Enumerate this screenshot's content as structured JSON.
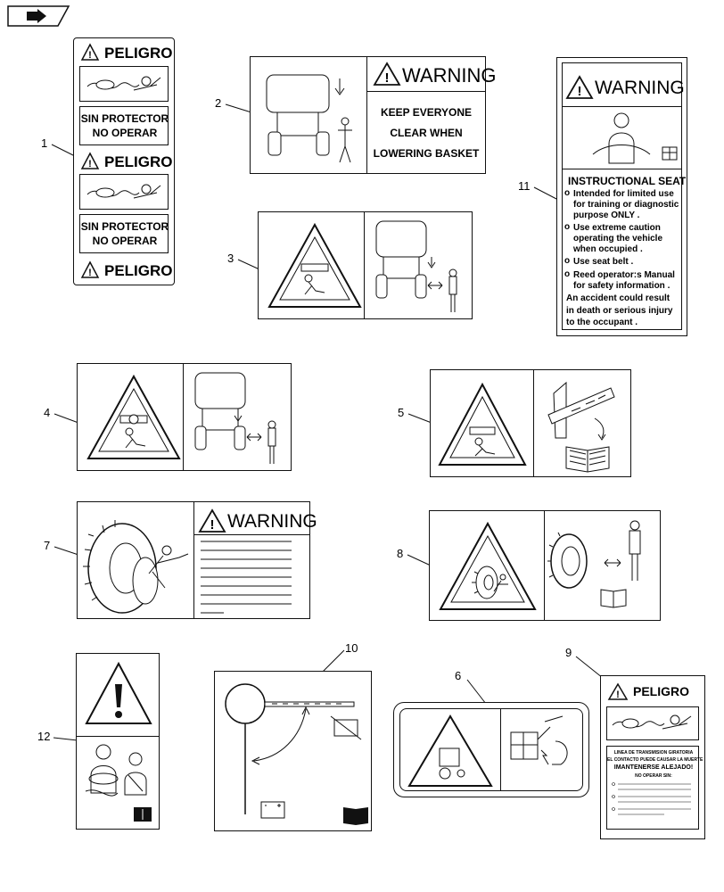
{
  "nav": {
    "icon": "back-arrow-icon"
  },
  "callouts": {
    "n1": "1",
    "n2": "2",
    "n3": "3",
    "n4": "4",
    "n5": "5",
    "n6": "6",
    "n7": "7",
    "n8": "8",
    "n9": "9",
    "n10": "10",
    "n11": "11",
    "n12": "12"
  },
  "decal1": {
    "peligro": "PELIGRO",
    "sin_protector": "SIN PROTECTOR",
    "no_operar": "NO OPERAR"
  },
  "decal2": {
    "warning": "WARNING",
    "line1": "KEEP EVERYONE",
    "line2": "CLEAR WHEN",
    "line3": "LOWERING BASKET"
  },
  "decal7": {
    "warning": "WARNING"
  },
  "decal9": {
    "peligro": "PELIGRO",
    "line1": "LINEA DE TRANSMISION GIRATORIA",
    "line2": "EL CONTACTO PUEDE CAUSAR LA MUERTE",
    "line3": "IMANTENERSE ALEJADO!",
    "line4": "NO OPERAR SIN:"
  },
  "decal11": {
    "warning": "WARNING",
    "title": "INSTRUCTIONAL SEAT",
    "b1a": "Intended for limited use",
    "b1b": "for training or diagnostic",
    "b1c": "purpose ONLY .",
    "b2a": "Use extreme caution",
    "b2b": "operating the vehicle",
    "b2c": "when occupied .",
    "b3": "Use seat belt .",
    "b4a": "Reed operator:s Manual",
    "b4b": "for safety information .",
    "f1": "An accident could result",
    "f2": "in death or serious injury",
    "f3": "to the occupant ."
  }
}
